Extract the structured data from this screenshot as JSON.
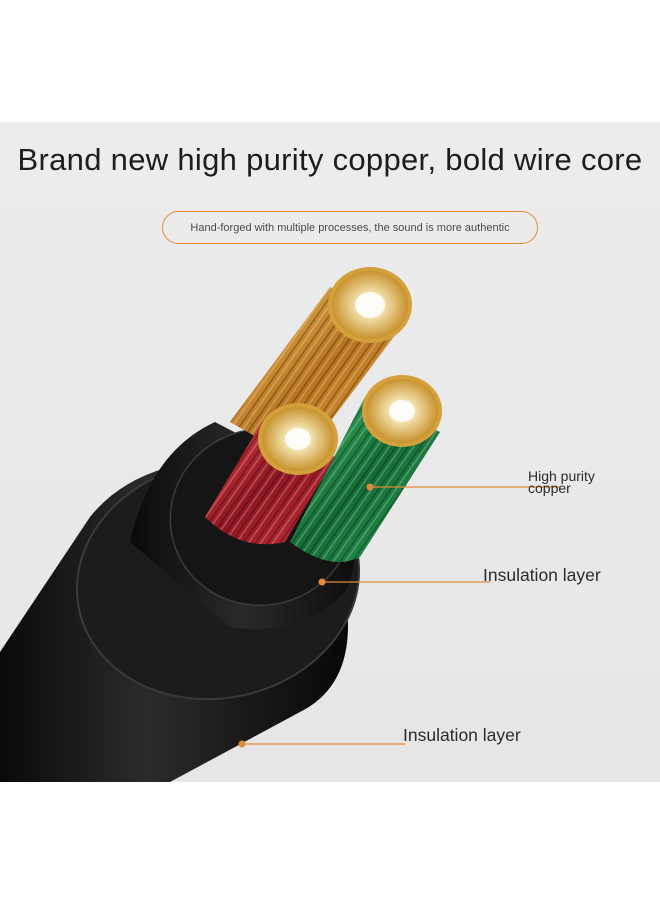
{
  "headline": "Brand new high purity copper, bold wire core",
  "subheadline": "Hand-forged with multiple processes, the sound is more authentic",
  "callouts": {
    "copper": "High purity copper",
    "inner_insulation": "Insulation layer",
    "outer_insulation": "Insulation layer"
  },
  "colors": {
    "accent_orange": "#e08a3a",
    "copper_gold": "#d9a13a",
    "wire_red": "#c0323a",
    "wire_green": "#2e9b52",
    "sheath_black": "#121212"
  }
}
